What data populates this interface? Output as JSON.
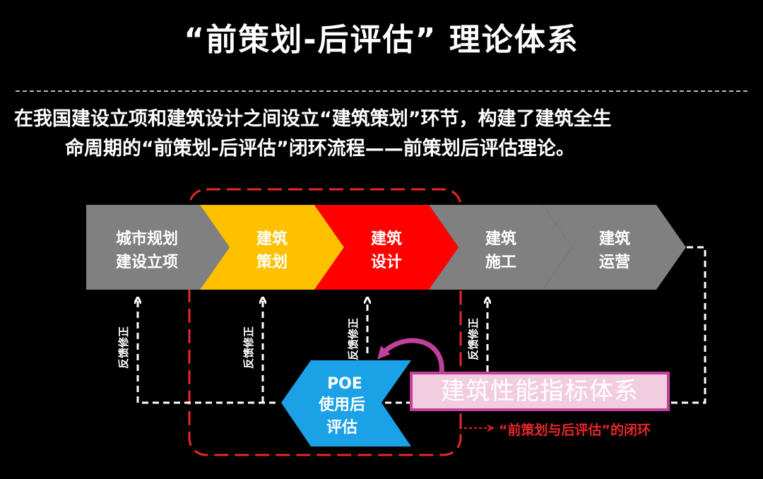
{
  "title": "“前策划-后评估” 理论体系",
  "description": {
    "line1": "在我国建设立项和建筑设计之间设立“建筑策划”环节，构建了建筑全生",
    "line2": "命周期的“前策划-后评估”闭环流程——前策划后评估理论。"
  },
  "stages": [
    {
      "line1": "城市规划",
      "line2": "建设立项",
      "color": "#808080"
    },
    {
      "line1": "建筑",
      "line2": "策划",
      "color": "#ffc000"
    },
    {
      "line1": "建筑",
      "line2": "设计",
      "color": "#ff0000"
    },
    {
      "line1": "建筑",
      "line2": "施工",
      "color": "#808080"
    },
    {
      "line1": "建筑",
      "line2": "运营",
      "color": "#808080"
    }
  ],
  "feedback_label": "反馈修正",
  "poe": {
    "line1": "POE",
    "line2": "使用后",
    "line3": "评估",
    "color": "#1aa1e6"
  },
  "indicator_system": "建筑性能指标体系",
  "closed_loop_label": {
    "main": "“前策划与后评估”",
    "tail": "的闭环"
  },
  "colors": {
    "loop_border": "#e8262a",
    "indicator_border": "#c0409a",
    "dashed_line": "#ffffff"
  }
}
